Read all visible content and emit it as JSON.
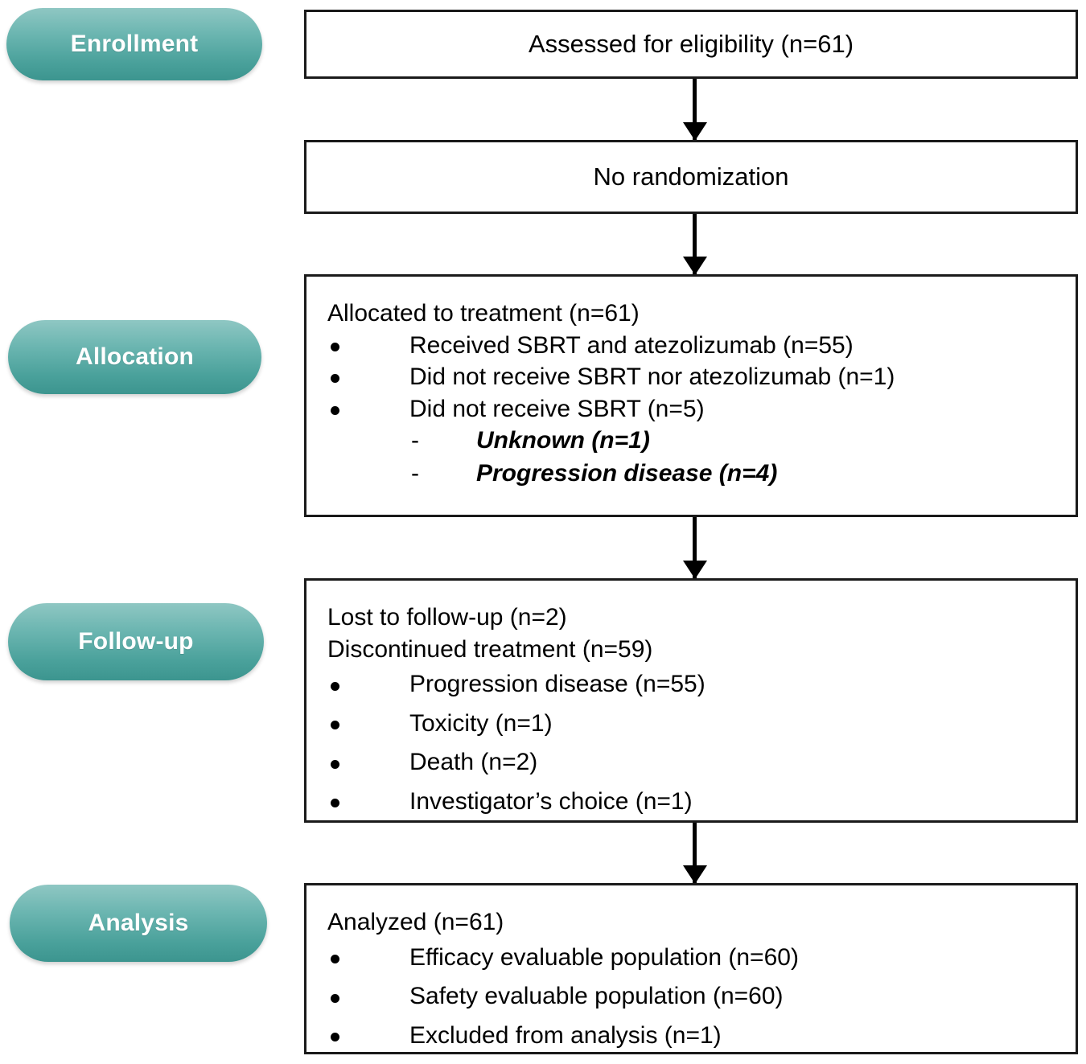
{
  "diagram": {
    "title": "CONSORT participant flow diagram",
    "accent_color": "#4aa19b",
    "accent_color_light": "#8fc7c3",
    "box_border_color": "#1a1a1a",
    "background_color": "#ffffff"
  },
  "stages": [
    {
      "label": "Enrollment"
    },
    {
      "label": "Allocation"
    },
    {
      "label": "Follow-up"
    },
    {
      "label": "Analysis"
    }
  ],
  "boxes": {
    "assessed": {
      "text": "Assessed for eligibility (n=61)"
    },
    "no_randomization": {
      "text": "No randomization"
    },
    "allocation": {
      "lead": "Allocated to treatment (n=61)",
      "bullets": [
        "Received SBRT and atezolizumab (n=55)",
        "Did not receive SBRT nor atezolizumab (n=1)",
        "Did not receive SBRT (n=5)"
      ],
      "sub_dash_marker": "-",
      "sub_bullets": [
        "Unknown (n=1)",
        "Progression disease (n=4)"
      ]
    },
    "followup": {
      "lead_1": "Lost to follow-up (n=2)",
      "lead_2": "Discontinued treatment (n=59)",
      "bullets": [
        "Progression disease (n=55)",
        "Toxicity (n=1)",
        "Death (n=2)",
        "Investigator’s choice (n=1)"
      ]
    },
    "analysis": {
      "lead": "Analyzed (n=61)",
      "bullets": [
        "Efficacy evaluable population (n=60)",
        "Safety evaluable population (n=60)",
        "Excluded from analysis (n=1)"
      ]
    }
  }
}
